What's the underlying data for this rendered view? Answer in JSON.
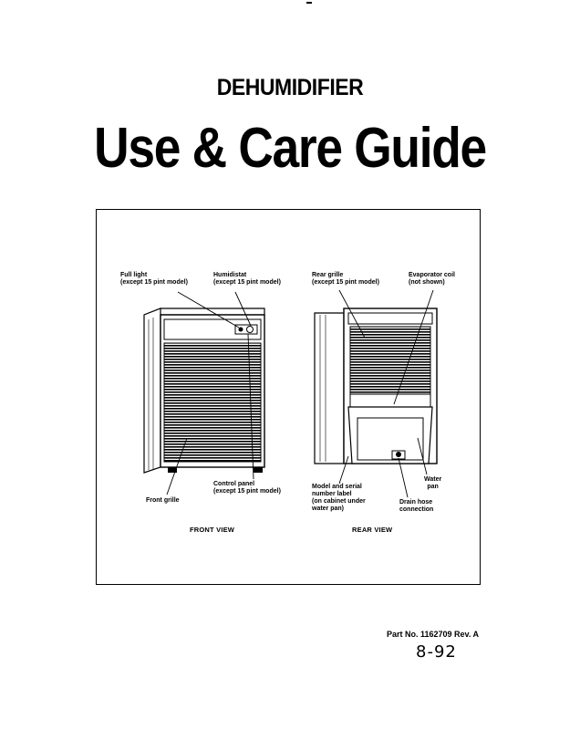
{
  "header": {
    "subtitle": "DEHUMIDIFIER",
    "title": "Use & Care Guide"
  },
  "front": {
    "view_label": "FRONT VIEW",
    "labels": {
      "full_light": "Full light\n(except 15 pint model)",
      "humidistat": "Humidistat\n(except 15 pint model)",
      "control_panel": "Control panel\n(except 15 pint model)",
      "front_grille": "Front grille"
    }
  },
  "rear": {
    "view_label": "REAR VIEW",
    "labels": {
      "rear_grille": "Rear grille\n(except 15 pint model)",
      "evaporator_coil": "Evaporator coil\n(not shown)",
      "model_serial": "Model and serial\nnumber label\n(on cabinet under\nwater pan)",
      "water_pan": "Water\npan",
      "drain_hose": "Drain hose\nconnection"
    }
  },
  "footer": {
    "part_no": "Part No. 1162709 Rev. A",
    "handwritten_date": "8-92"
  }
}
